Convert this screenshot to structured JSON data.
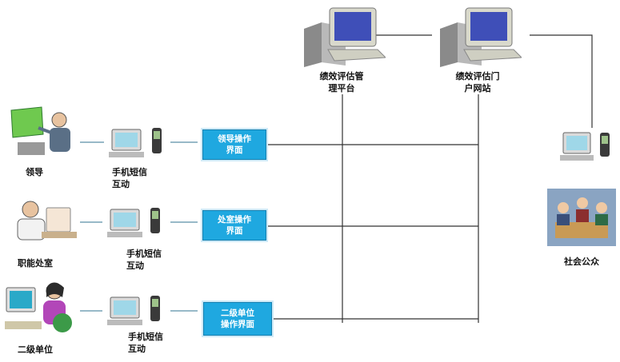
{
  "servers": [
    {
      "id": "mgmt",
      "label": "绩效评估管\n理平台",
      "icon": "server-computer-icon"
    },
    {
      "id": "portal",
      "label": "绩效评估门\n户网站",
      "icon": "server-computer-icon"
    }
  ],
  "actors": [
    {
      "id": "leader",
      "label": "领导",
      "icon": "presenter-person-icon"
    },
    {
      "id": "office",
      "label": "职能处室",
      "icon": "office-worker-icon"
    },
    {
      "id": "unit",
      "label": "二级单位",
      "icon": "computer-user-icon"
    },
    {
      "id": "public",
      "label": "社会公众",
      "icon": "meeting-group-icon"
    }
  ],
  "sms": [
    {
      "label": "手机短信\n互动",
      "icon": "pc-and-phone-icon"
    },
    {
      "label": "手机短信\n互动",
      "icon": "pc-and-phone-icon"
    },
    {
      "label": "手机短信\n互动",
      "icon": "pc-and-phone-icon"
    }
  ],
  "interfaces": [
    {
      "label": "领导操作\n界面"
    },
    {
      "label": "处室操作\n界面"
    },
    {
      "label": "二级单位\n操作界面"
    }
  ],
  "colors": {
    "interface_box": "#1fa8e0",
    "wire": "#333333"
  }
}
